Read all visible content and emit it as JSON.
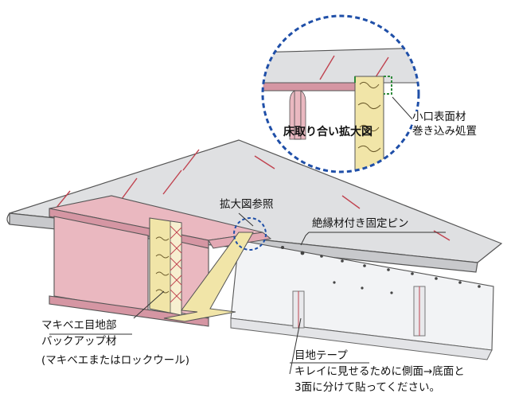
{
  "detail": {
    "title": "床取り合い拡大図",
    "edge_wrap_label": [
      "小口表面材",
      "巻き込み処置"
    ]
  },
  "callouts": {
    "enlarge_ref": "拡大図参照",
    "insulated_pin": "絶縁材付き固定ピン",
    "backup_material": [
      "マキベエ目地部",
      "バックアップ材"
    ],
    "backup_material_note": "(マキベエまたはロックウール)",
    "joint_tape": "目地テープ",
    "joint_tape_note": [
      "キレイに見せるために側面→底面と",
      "3面に分けて貼ってください。"
    ]
  },
  "colors": {
    "slab_top": "#dfe0e2",
    "slab_front": "#c8c9cc",
    "beam_pink": "#eab8c0",
    "beam_pink_dark": "#d596a3",
    "rockwool": "#f1e5a8",
    "board": "#f2f3f5",
    "circle_dash": "#1f4fa8",
    "hatch_red": "#c0424f"
  }
}
